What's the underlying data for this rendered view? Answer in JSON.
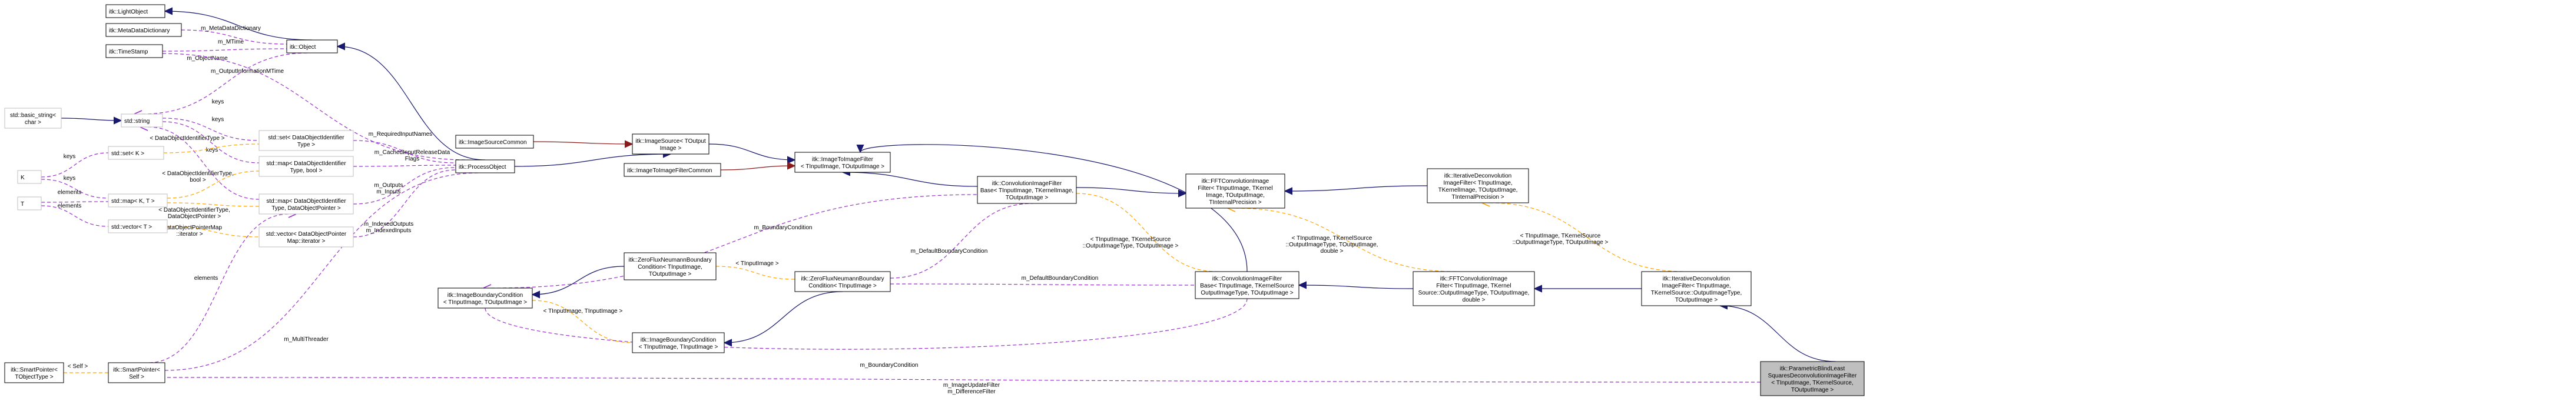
{
  "colors": {
    "inheritance": "#191970",
    "usage": "#9a32cd",
    "template": "#ffa500",
    "protected": "#8b1a1a",
    "root_fill": "#bfbfbf"
  },
  "nodes": [
    {
      "id": "lightobject",
      "lines": [
        "itk::LightObject"
      ]
    },
    {
      "id": "metadatadict",
      "lines": [
        "itk::MetaDataDictionary"
      ]
    },
    {
      "id": "timestamp",
      "lines": [
        "itk::TimeStamp"
      ]
    },
    {
      "id": "object",
      "lines": [
        "itk::Object"
      ]
    },
    {
      "id": "basicstring",
      "lines": [
        "std::basic_string<",
        "char >"
      ]
    },
    {
      "id": "stdstring",
      "lines": [
        "std::string"
      ]
    },
    {
      "id": "setK",
      "lines": [
        "std::set< K >"
      ]
    },
    {
      "id": "K",
      "lines": [
        "K"
      ]
    },
    {
      "id": "T",
      "lines": [
        "T"
      ]
    },
    {
      "id": "mapKT",
      "lines": [
        "std::map< K, T >"
      ]
    },
    {
      "id": "vectorT",
      "lines": [
        "std::vector< T >"
      ]
    },
    {
      "id": "smartptrT",
      "lines": [
        "itk::SmartPointer<",
        "TObjectType >"
      ]
    },
    {
      "id": "smartptrSelf",
      "lines": [
        "itk::SmartPointer<",
        "Self >"
      ]
    },
    {
      "id": "setDOI",
      "lines": [
        "std::set< DataObjectIdentifier",
        "Type >"
      ]
    },
    {
      "id": "mapDOIbool",
      "lines": [
        "std::map< DataObjectIdentifier",
        "Type, bool >"
      ]
    },
    {
      "id": "mapDOIptr",
      "lines": [
        "std::map< DataObjectIdentifier",
        "Type, DataObjectPointer >"
      ]
    },
    {
      "id": "vectorDOPIt",
      "lines": [
        "std::vector< DataObjectPointer",
        "Map::iterator >"
      ]
    },
    {
      "id": "processobject",
      "lines": [
        "itk::ProcessObject"
      ]
    },
    {
      "id": "imagesourcecommon",
      "lines": [
        "itk::ImageSourceCommon"
      ]
    },
    {
      "id": "imagesource",
      "lines": [
        "itk::ImageSource< TOutput",
        "Image >"
      ]
    },
    {
      "id": "imagetoimagecommon",
      "lines": [
        "itk::ImageToImageFilterCommon"
      ]
    },
    {
      "id": "imagetoimage",
      "lines": [
        "itk::ImageToImageFilter",
        "< TInputImage, TOutputImage >"
      ]
    },
    {
      "id": "convbase",
      "lines": [
        "itk::ConvolutionImageFilter",
        "Base< TInputImage, TKernelImage,",
        "TOutputImage >"
      ]
    },
    {
      "id": "imageboundary",
      "lines": [
        "itk::ImageBoundaryCondition",
        "< TInputImage, TOutputImage >"
      ]
    },
    {
      "id": "zerofluxA",
      "lines": [
        "itk::ZeroFluxNeumannBoundary",
        "Condition< TInputImage,",
        "TOutputImage >"
      ]
    },
    {
      "id": "zerofluxB",
      "lines": [
        "itk::ZeroFluxNeumannBoundary",
        "Condition< TInputImage >"
      ]
    },
    {
      "id": "imageboundaryT",
      "lines": [
        "itk::ImageBoundaryCondition",
        "< TInputImage, TInputImage >"
      ]
    },
    {
      "id": "convbase2",
      "lines": [
        "itk::ConvolutionImageFilter",
        "Base< TInputImage, TKernelSource",
        "OutputImageType, TOutputImage >"
      ]
    },
    {
      "id": "fftconv1",
      "lines": [
        "itk::FFTConvolutionImage",
        "Filter< TInputImage, TKernel",
        "Image, TOutputImage,",
        "TInternalPrecision >"
      ]
    },
    {
      "id": "iterdeconv1",
      "lines": [
        "itk::IterativeDeconvolution",
        "ImageFilter< TInputImage,",
        "TKernelImage, TOutputImage,",
        "TInternalPrecision >"
      ]
    },
    {
      "id": "fftconv2",
      "lines": [
        "itk::FFTConvolutionImage",
        "Filter< TInputImage, TKernel",
        "Source::OutputImageType, TOutputImage,",
        "double >"
      ]
    },
    {
      "id": "iterdeconv2",
      "lines": [
        "itk::IterativeDeconvolution",
        "ImageFilter< TInputImage,",
        "TKernelSource::OutputImageType,",
        "TOutputImage >"
      ]
    },
    {
      "id": "root",
      "lines": [
        "itk::ParametricBlindLeast",
        "SquaresDeconvolutionImageFilter",
        "< TInputImage, TKernelSource,",
        "TOutputImage >"
      ]
    }
  ],
  "edges": [
    {
      "id": "e-light-object",
      "labels": []
    },
    {
      "id": "e-meta-object",
      "labels": [
        "m_MetaDataDictionary"
      ]
    },
    {
      "id": "e-time-object",
      "labels": [
        "m_MTime"
      ]
    },
    {
      "id": "e-basic-string",
      "labels": []
    },
    {
      "id": "e-string-object",
      "labels": [
        "m_ObjectName"
      ]
    },
    {
      "id": "e-time-process",
      "labels": [
        "m_OutputInformationMTime"
      ]
    },
    {
      "id": "e-object-process",
      "labels": []
    },
    {
      "id": "e-string-setDOI",
      "labels": [
        "keys"
      ]
    },
    {
      "id": "e-string-mapDOIbool",
      "labels": [
        "keys"
      ]
    },
    {
      "id": "e-string-mapDOIptr",
      "labels": [
        "keys"
      ]
    },
    {
      "id": "e-setK-setDOI",
      "labels": [
        "< DataObjectIdentifierType >"
      ]
    },
    {
      "id": "e-K-setK",
      "labels": [
        "keys"
      ]
    },
    {
      "id": "e-K-mapKT",
      "labels": [
        "keys"
      ]
    },
    {
      "id": "e-T-mapKT",
      "labels": [
        "elements"
      ]
    },
    {
      "id": "e-T-vectorT",
      "labels": [
        "elements"
      ]
    },
    {
      "id": "e-mapKT-mapDOIbool",
      "labels": [
        "< DataObjectIdentifierType,",
        "bool >"
      ]
    },
    {
      "id": "e-mapKT-mapDOIptr",
      "labels": [
        "< DataObjectIdentifierType,",
        "DataObjectPointer >"
      ]
    },
    {
      "id": "e-vectorT-vectorDOP",
      "labels": [
        "< DataObjectPointerMap",
        "::iterator >"
      ]
    },
    {
      "id": "e-smartT-smartSelf",
      "labels": [
        "< Self >"
      ]
    },
    {
      "id": "e-mapDOIptr-vectorDOP",
      "labels": [
        "elements"
      ]
    },
    {
      "id": "e-setDOI-process",
      "labels": [
        "m_RequiredInputNames"
      ]
    },
    {
      "id": "e-mapDOIbool-process",
      "labels": [
        "m_CachedInputReleaseData",
        "Flags"
      ]
    },
    {
      "id": "e-mapDOIptr-process",
      "labels": [
        "m_Outputs",
        "m_Inputs"
      ]
    },
    {
      "id": "e-vectorDOP-process",
      "labels": [
        "m_IndexedOutputs",
        "m_IndexedInputs"
      ]
    },
    {
      "id": "e-smartSelf-process",
      "labels": [
        "m_MultiThreader"
      ]
    },
    {
      "id": "e-process-imagesource",
      "labels": []
    },
    {
      "id": "e-isc-imagesource",
      "labels": []
    },
    {
      "id": "e-imagesource-i2i",
      "labels": []
    },
    {
      "id": "e-i2ic-i2i",
      "labels": []
    },
    {
      "id": "e-i2i-convbase",
      "labels": []
    },
    {
      "id": "e-i2i-convbase2",
      "labels": []
    },
    {
      "id": "e-ibc-convbase",
      "labels": [
        "m_BoundaryCondition"
      ]
    },
    {
      "id": "e-ibc-zerofluxA",
      "labels": []
    },
    {
      "id": "e-ibcT-zerofluxB",
      "labels": []
    },
    {
      "id": "e-zerofluxA-zerofluxB",
      "labels": [
        "< TInputImage >"
      ]
    },
    {
      "id": "e-ibc-ibcT",
      "labels": [
        "< TInputImage, TInputImage >"
      ]
    },
    {
      "id": "e-zerofluxB-convbase",
      "labels": [
        "m_DefaultBoundaryCondition"
      ]
    },
    {
      "id": "e-zerofluxB-convbase2",
      "labels": [
        "m_DefaultBoundaryCondition"
      ]
    },
    {
      "id": "e-ibc-convbase2",
      "labels": [
        "m_BoundaryCondition"
      ]
    },
    {
      "id": "e-convbase-convbase2",
      "labels": [
        "< TInputImage, TKernelSource",
        "::OutputImageType, TOutputImage >"
      ]
    },
    {
      "id": "e-convbase-fftconv1",
      "labels": []
    },
    {
      "id": "e-fftconv1-fftconv2",
      "labels": [
        "< TInputImage, TKernelSource",
        "::OutputImageType, TOutputImage,",
        "double >"
      ]
    },
    {
      "id": "e-fftconv1-iterdeconv1",
      "labels": []
    },
    {
      "id": "e-convbase2-fftconv2",
      "labels": []
    },
    {
      "id": "e-iterdeconv1-iterdeconv2",
      "labels": [
        "< TInputImage, TKernelSource",
        "::OutputImageType, TOutputImage >"
      ]
    },
    {
      "id": "e-fftconv2-iterdeconv2",
      "labels": []
    },
    {
      "id": "e-iterdeconv2-root",
      "labels": []
    },
    {
      "id": "e-smartSelf-root",
      "labels": [
        "m_ImageUpdateFilter",
        "m_DifferenceFilter"
      ]
    }
  ]
}
